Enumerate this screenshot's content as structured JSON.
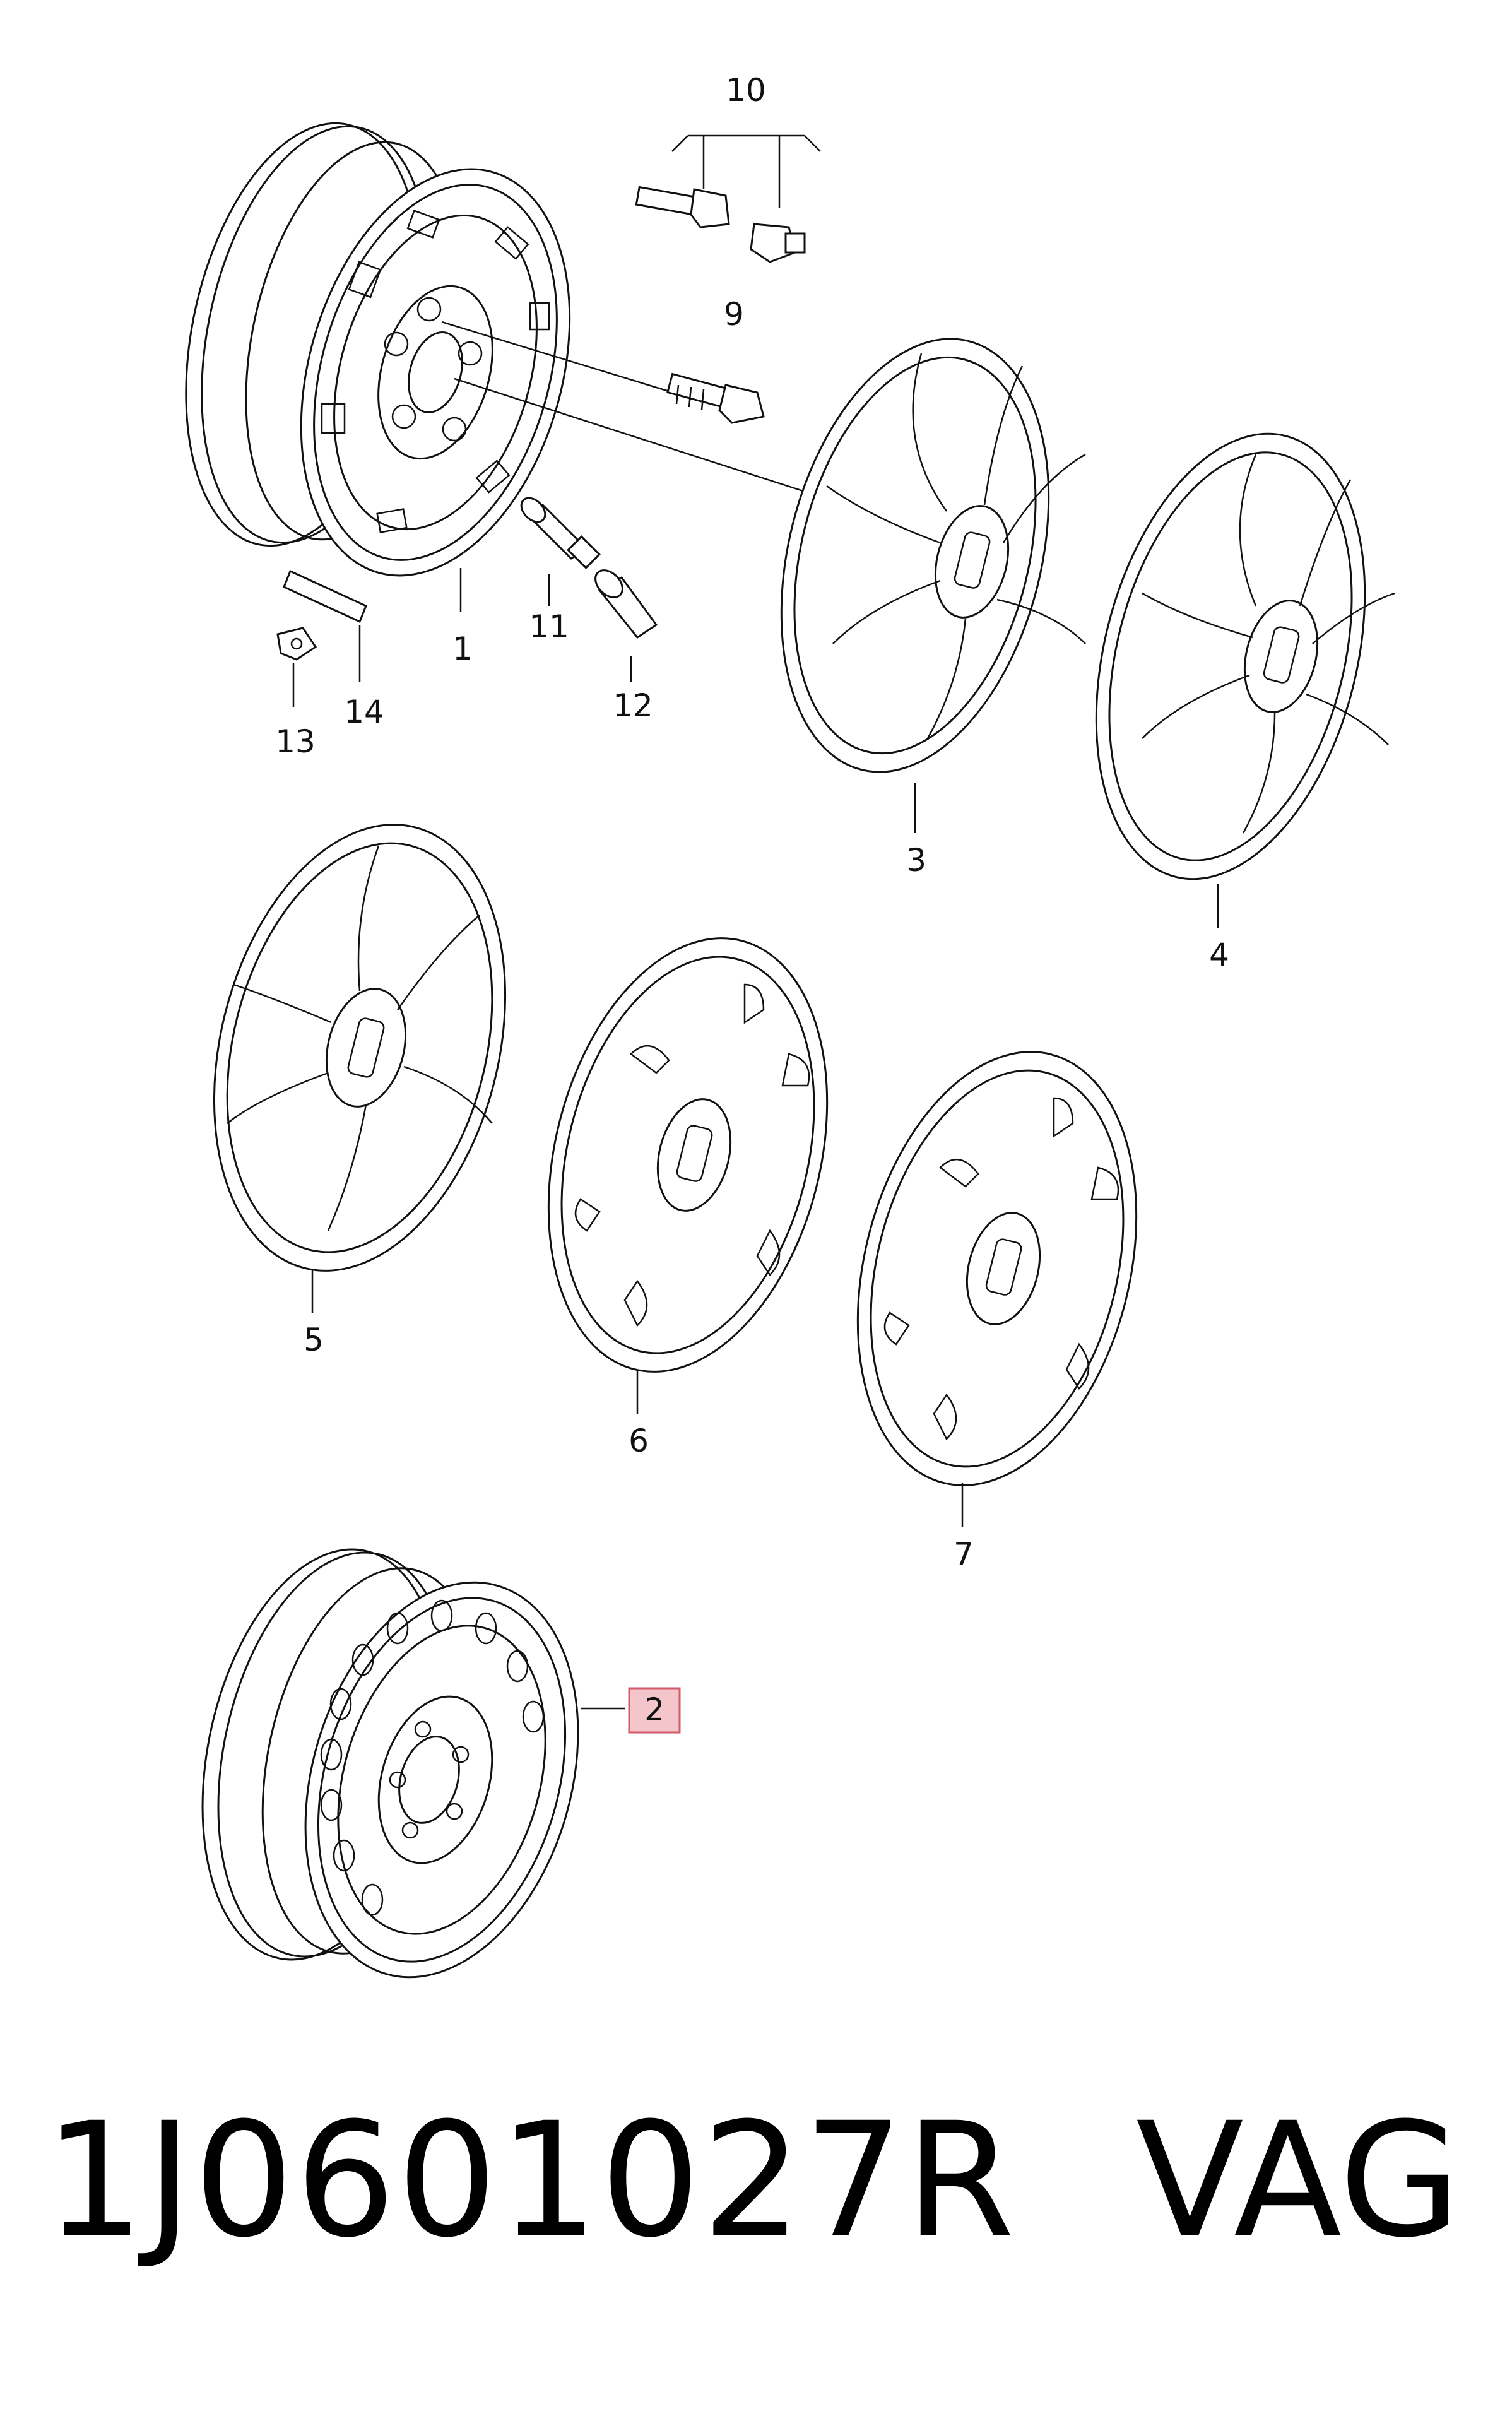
{
  "callouts": {
    "c1": "1",
    "c2": "2",
    "c3": "3",
    "c4": "4",
    "c5": "5",
    "c6": "6",
    "c7": "7",
    "c9": "9",
    "c10": "10",
    "c11": "11",
    "c12": "12",
    "c13": "13",
    "c14": "14"
  },
  "highlight_color": "#f4c6cc",
  "footer": {
    "part_number": "1J0601027R",
    "brand": "VAG"
  }
}
